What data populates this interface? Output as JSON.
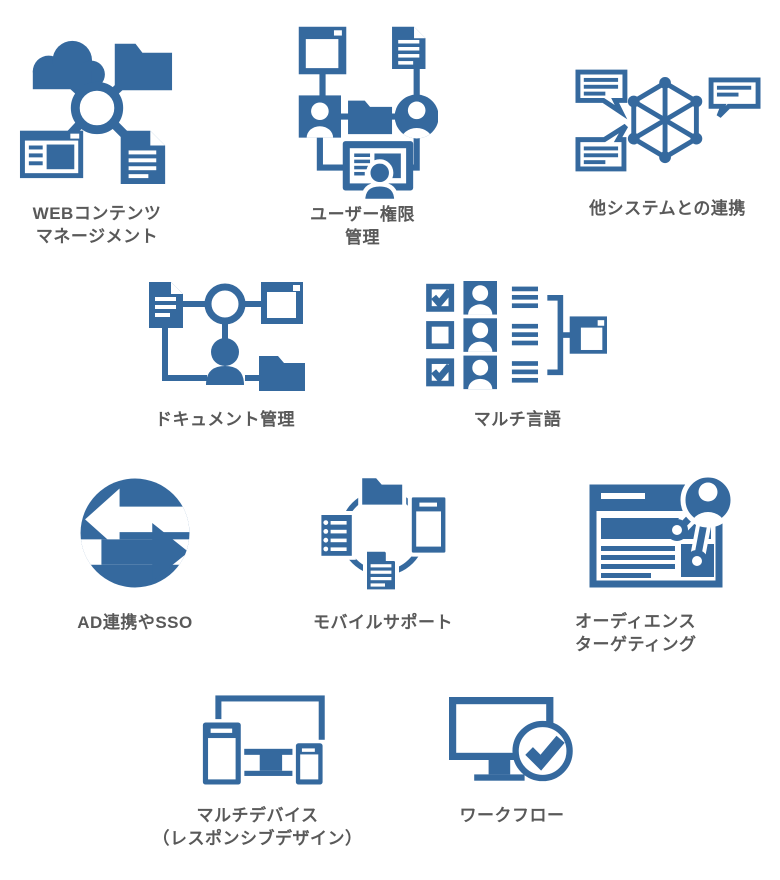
{
  "theme": {
    "icon_blue": "#35699E",
    "label_color": "#595959",
    "background": "#ffffff"
  },
  "features": [
    {
      "id": "web-cms",
      "icon": "network-hub-icon",
      "label_lines": [
        "WEBコンテンツ",
        "マネージメント"
      ]
    },
    {
      "id": "user-permission",
      "icon": "user-permission-flow-icon",
      "label_lines": [
        "ユーザー権限",
        "管理"
      ]
    },
    {
      "id": "system-integration",
      "icon": "connected-systems-icon",
      "label_lines": [
        "他システムとの連携"
      ]
    },
    {
      "id": "document-management",
      "icon": "document-flow-icon",
      "label_lines": [
        "ドキュメント管理"
      ]
    },
    {
      "id": "multi-language",
      "icon": "multilingual-checklist-icon",
      "label_lines": [
        "マルチ言語"
      ]
    },
    {
      "id": "ad-sso",
      "icon": "sync-arrows-icon",
      "label_lines": [
        "AD連携やSSO"
      ]
    },
    {
      "id": "mobile-support",
      "icon": "device-sync-icon",
      "label_lines": [
        "モバイルサポート"
      ]
    },
    {
      "id": "audience-targeting",
      "icon": "audience-target-icon",
      "label_lines": [
        "オーディエンス",
        "ターゲティング"
      ]
    },
    {
      "id": "multi-device",
      "icon": "responsive-devices-icon",
      "label_lines": [
        "マルチデバイス",
        "（レスポンシブデザイン）"
      ]
    },
    {
      "id": "workflow",
      "icon": "monitor-check-icon",
      "label_lines": [
        "ワークフロー"
      ]
    }
  ]
}
